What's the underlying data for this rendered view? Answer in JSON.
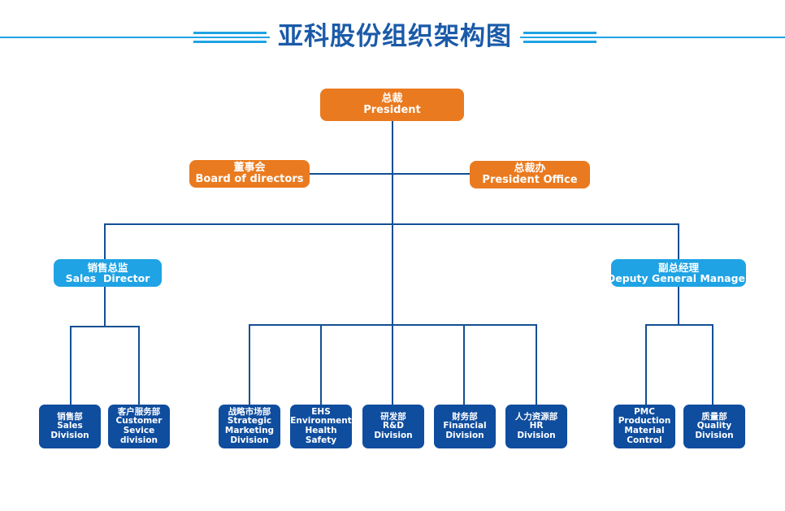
{
  "title": "亚科股份组织架构图",
  "colors": {
    "title_text": "#1a5aa8",
    "title_lines": "#1fa3e4",
    "connector": "#134f94",
    "executive_box": "#ea7a1f",
    "director_box": "#1fa3e4",
    "division_box": "#0f4d9e"
  },
  "nodes": {
    "president": {
      "zh": "总裁",
      "en": "President"
    },
    "board": {
      "zh": "董事会",
      "en": "Board of directors"
    },
    "president_office": {
      "zh": "总裁办",
      "en": "President Office"
    },
    "sales_director": {
      "zh": "销售总监",
      "en": "Sales  Director"
    },
    "deputy_gm": {
      "zh": "副总经理",
      "en": "Deputy General Manager"
    },
    "divisions": [
      {
        "zh": "销售部",
        "en": [
          "Sales",
          "Division"
        ]
      },
      {
        "zh": "客户服务部",
        "en": [
          "Customer",
          "Sevice",
          "division"
        ]
      },
      {
        "zh": "战略市场部",
        "en": [
          "Strategic",
          "Marketing",
          "Division"
        ]
      },
      {
        "zh": "EHS",
        "en": [
          "Environment",
          "Health",
          "Safety"
        ]
      },
      {
        "zh": "研发部",
        "en": [
          "R&D",
          "Division"
        ]
      },
      {
        "zh": "财务部",
        "en": [
          "Financial",
          "Division"
        ]
      },
      {
        "zh": "人力资源部",
        "en": [
          "HR",
          "Division"
        ]
      },
      {
        "zh": "PMC",
        "en": [
          "Production",
          "Material",
          "Control"
        ]
      },
      {
        "zh": "质量部",
        "en": [
          "Quality",
          "Division"
        ]
      }
    ]
  }
}
